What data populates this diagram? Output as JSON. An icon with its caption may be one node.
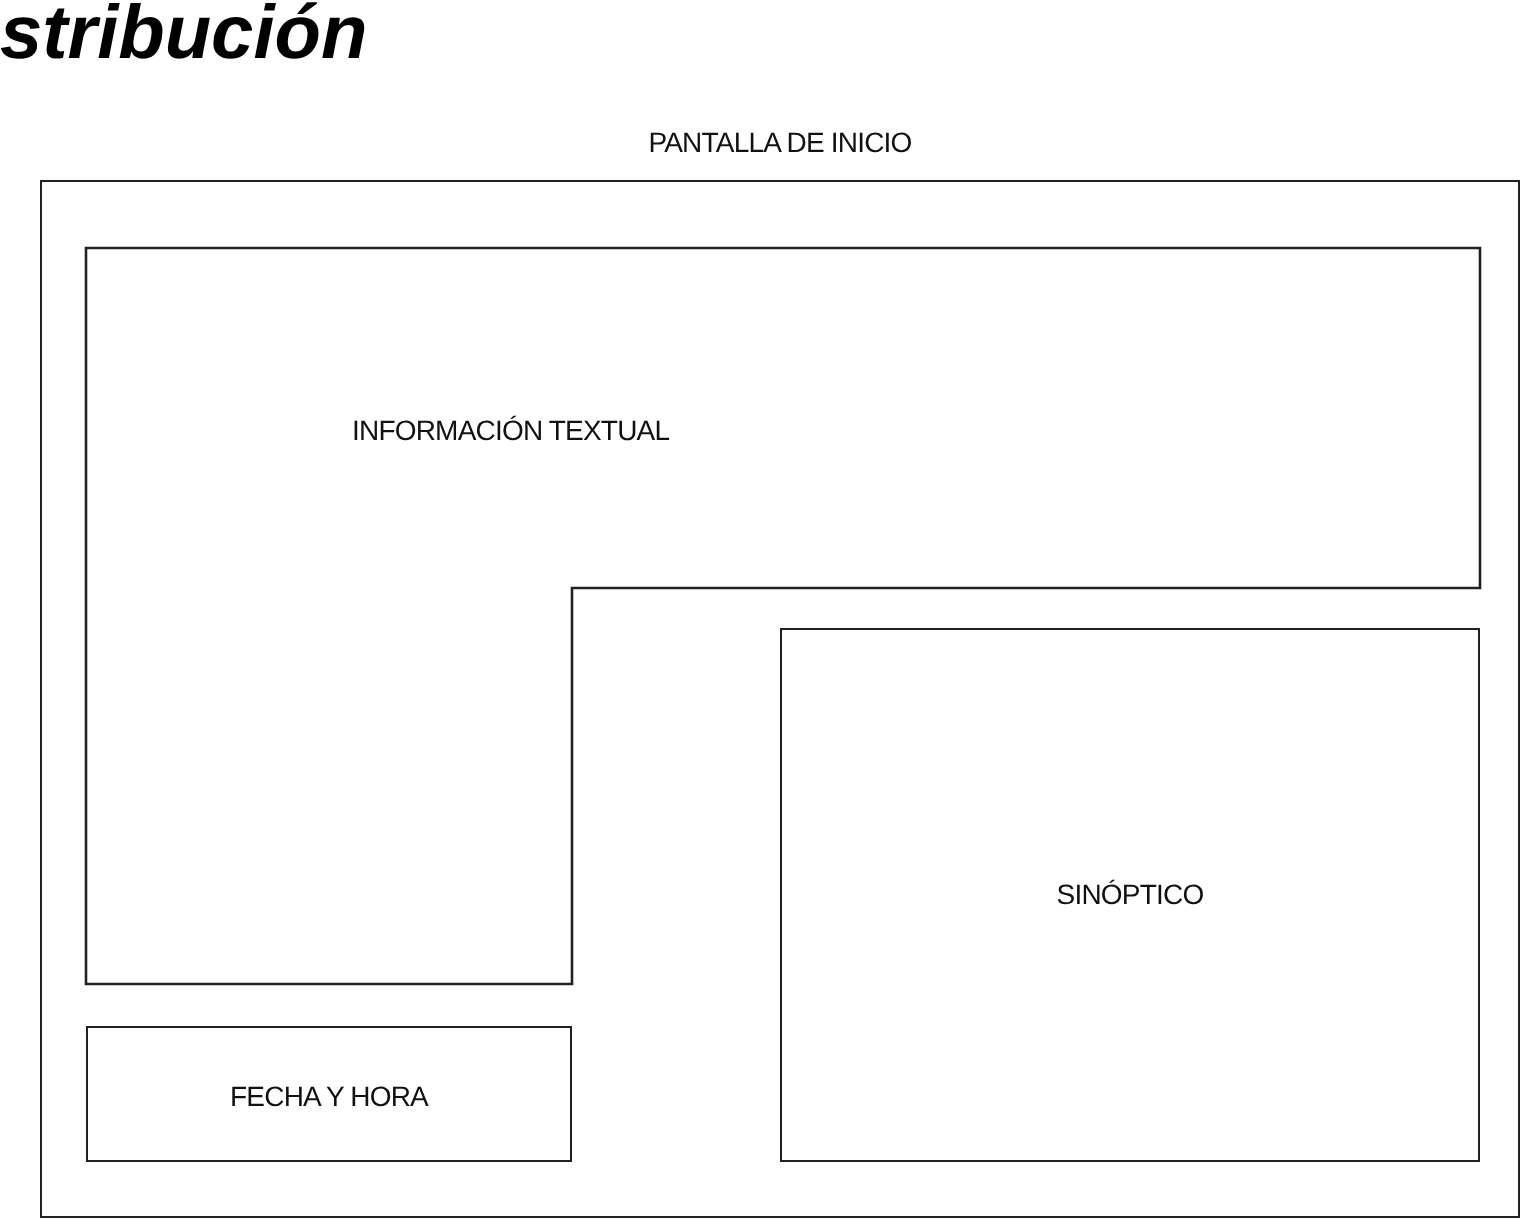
{
  "diagram": {
    "title": "stribución",
    "nodes": [
      {
        "text": [
          "PANTALLA DE INICIO"
        ]
      },
      {
        "text": [
          "INFORMACIÓN TEXTUAL"
        ],
        "in": 0
      },
      {
        "text": [
          "SINÓPTICO"
        ],
        "in": 0
      },
      {
        "text": [
          "FECHA Y HORA"
        ],
        "in": 0
      }
    ]
  }
}
